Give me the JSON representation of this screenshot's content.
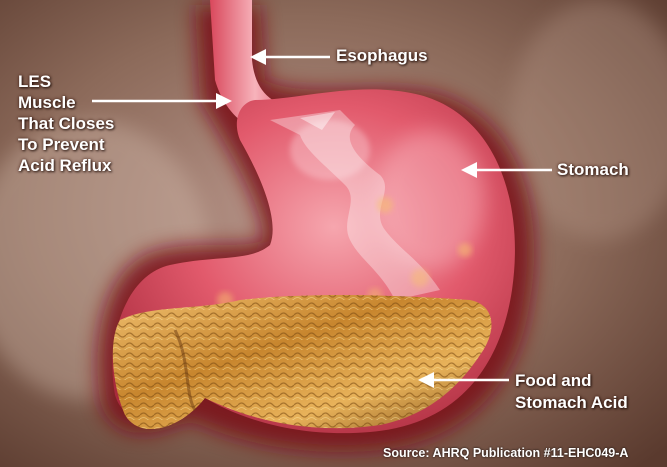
{
  "colors": {
    "background": "#8a6a58",
    "stomach": "#e25a6c",
    "stomach_dark": "#a82a3c",
    "outer_glow": "#7a0f12",
    "food": "#d49a44",
    "label_text": "#ffffff",
    "arrow": "#ffffff"
  },
  "labels": {
    "esophagus": "Esophagus",
    "stomach": "Stomach",
    "les": {
      "line1": "LES",
      "line2": "Muscle",
      "line3": "That Closes",
      "line4": "To Prevent",
      "line5": "Acid Reflux"
    },
    "food": {
      "line1": "Food and",
      "line2": "Stomach Acid"
    }
  },
  "source": "Source: AHRQ Publication #11-EHC049-A"
}
